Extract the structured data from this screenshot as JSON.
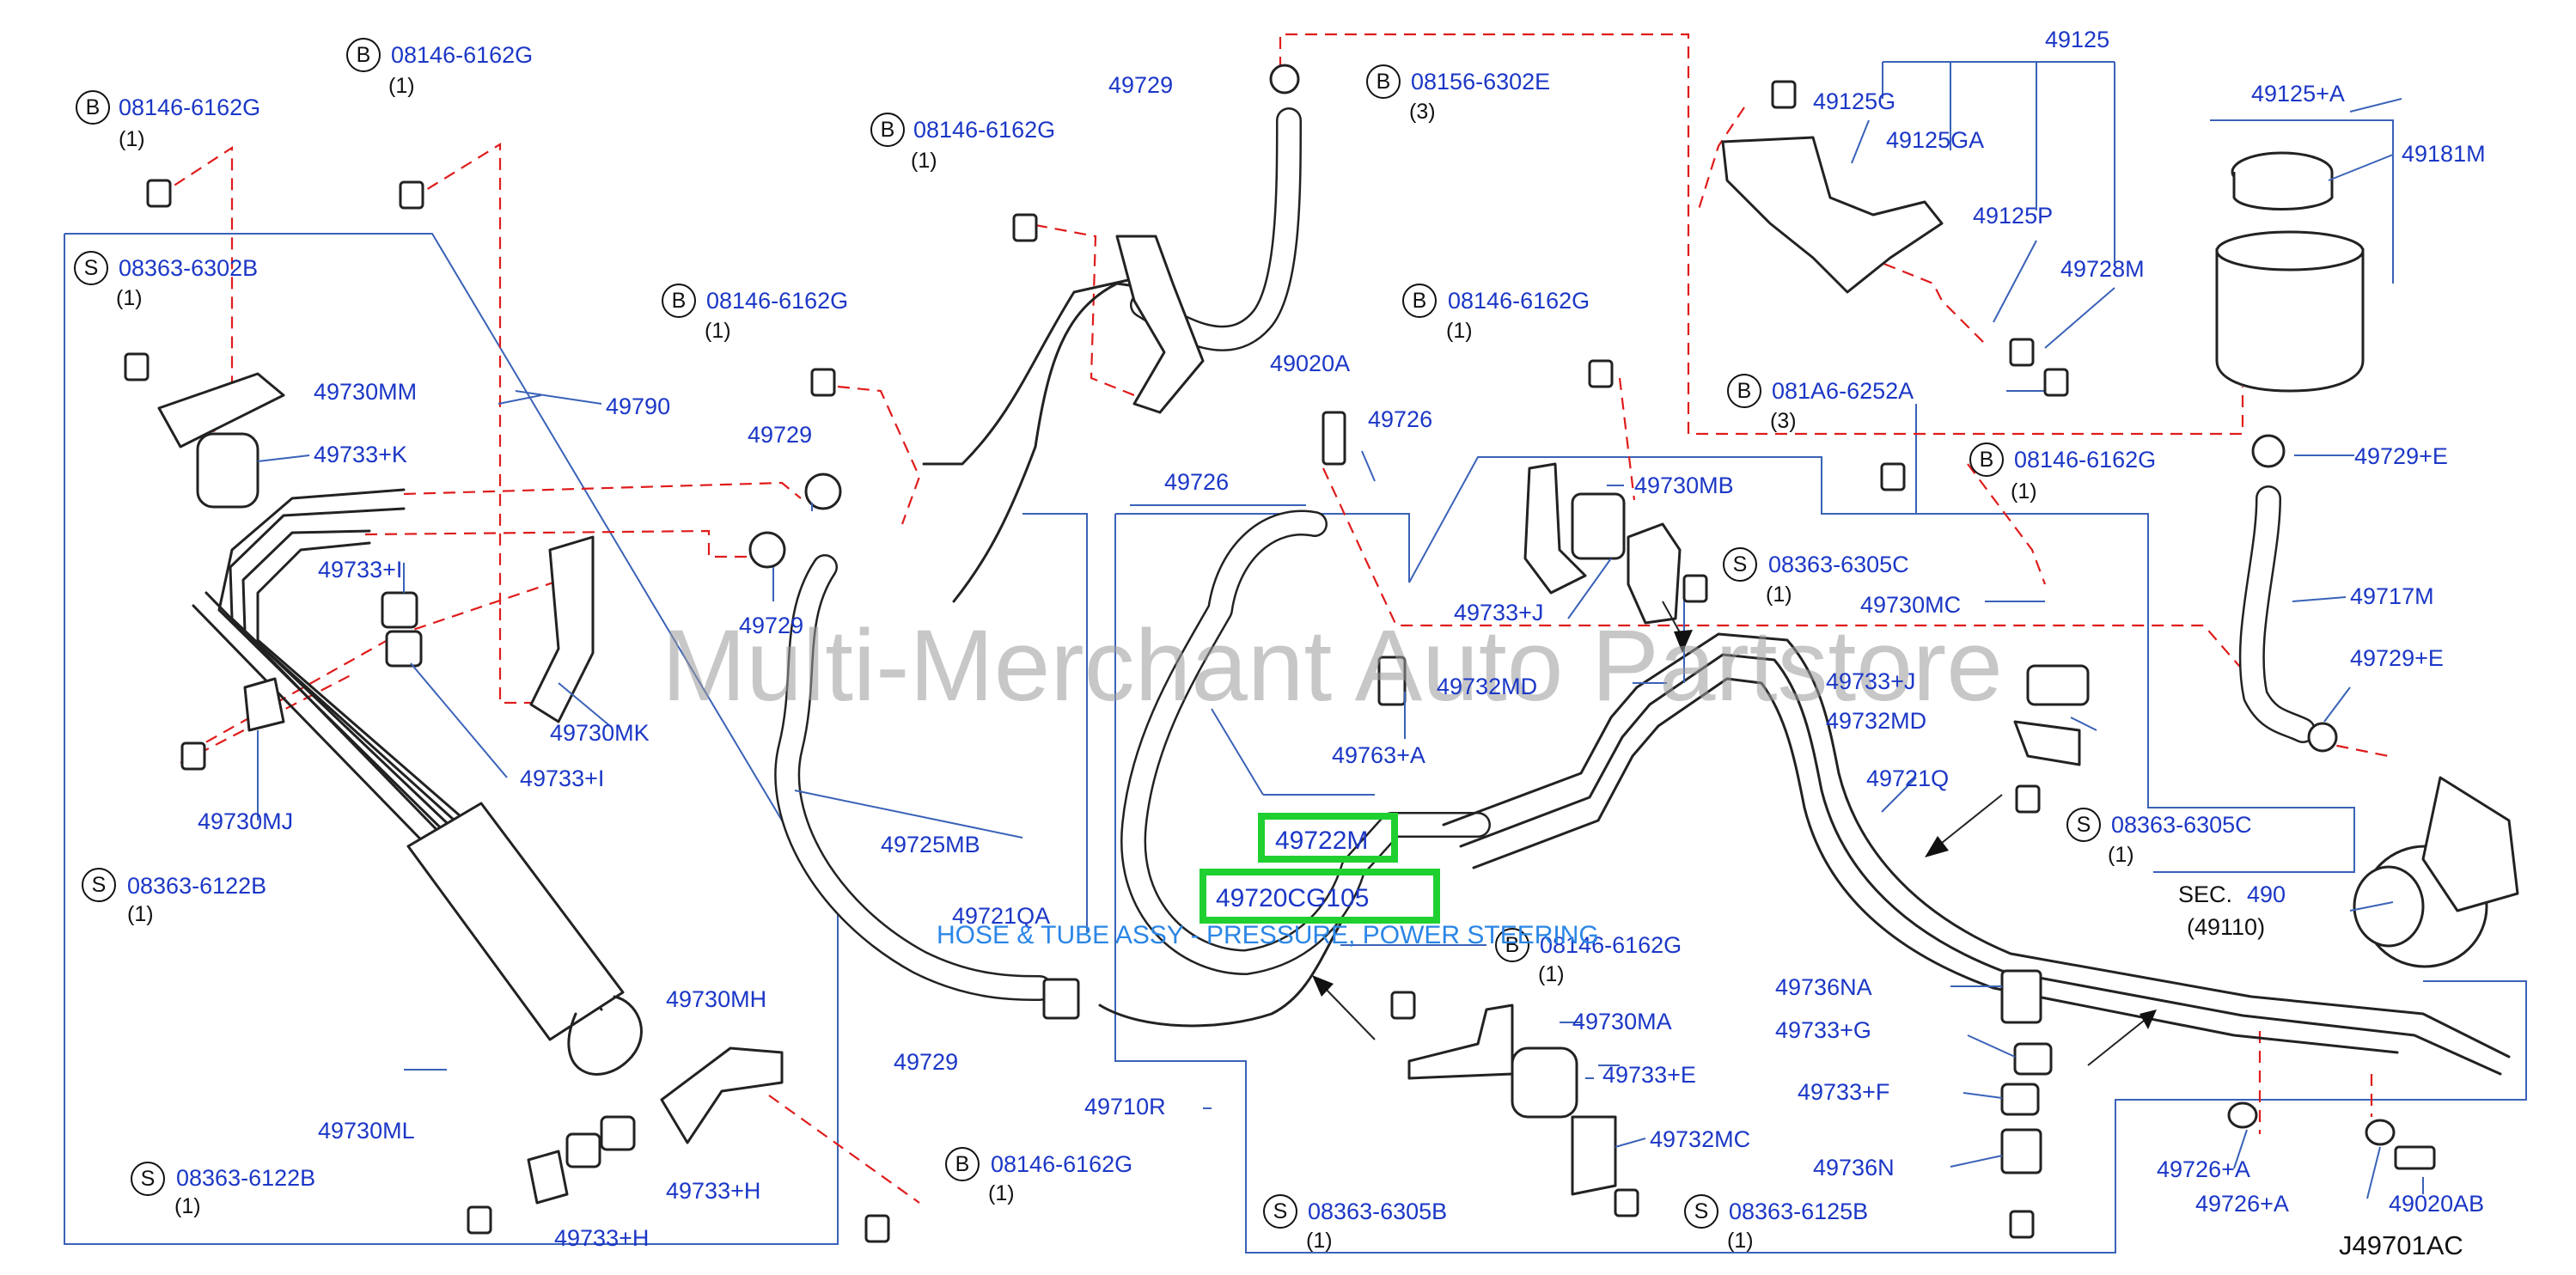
{
  "diagram": {
    "code": "J49701AC",
    "watermark": "Multi-Merchant Auto Partstore",
    "highlight": {
      "part_a": "49722M",
      "part_b": "49720CG105",
      "description": "HOSE & TUBE ASSY - PRESSURE, POWER STEERING"
    },
    "section_ref": {
      "prefix": "SEC.",
      "number": "490",
      "sub": "(49110)"
    },
    "colors": {
      "part_text": "#1b37c6",
      "frame": "#3a62b8",
      "dash": "#e01b1b",
      "highlight": "#1fd030",
      "description": "#2b86e6"
    },
    "part_labels": [
      "49790",
      "49730MM",
      "49733+K",
      "49733+I",
      "49733+I",
      "49730MK",
      "49730MJ",
      "49729",
      "49729",
      "49730MH",
      "49730ML",
      "49733+H",
      "49733+H",
      "49725MB",
      "49721QA",
      "49729",
      "49729",
      "49726",
      "49020A",
      "49726",
      "49730MB",
      "49733+J",
      "49732MD",
      "49763+A",
      "49710R",
      "49730MA",
      "49733+E",
      "49732MC",
      "49125",
      "49125G",
      "49125GA",
      "49125P",
      "49728M",
      "49125+A",
      "49181M",
      "49729+E",
      "49717M",
      "49729+E",
      "49730MC",
      "49733+J",
      "49732MD",
      "49721Q",
      "49736NA",
      "49733+G",
      "49733+F",
      "49736N",
      "49726+A",
      "49726+A",
      "49020AB"
    ],
    "callouts": [
      {
        "letter": "B",
        "part": "08146-6162G",
        "qty": "(1)"
      },
      {
        "letter": "B",
        "part": "08146-6162G",
        "qty": "(1)"
      },
      {
        "letter": "S",
        "part": "08363-6302B",
        "qty": "(1)"
      },
      {
        "letter": "S",
        "part": "08363-6122B",
        "qty": "(1)"
      },
      {
        "letter": "S",
        "part": "08363-6122B",
        "qty": "(1)"
      },
      {
        "letter": "B",
        "part": "08146-6162G",
        "qty": "(1)"
      },
      {
        "letter": "B",
        "part": "08146-6162G",
        "qty": "(1)"
      },
      {
        "letter": "B",
        "part": "08146-6162G",
        "qty": "(1)"
      },
      {
        "letter": "B",
        "part": "08156-6302E",
        "qty": "(3)"
      },
      {
        "letter": "B",
        "part": "08146-6162G",
        "qty": "(1)"
      },
      {
        "letter": "B",
        "part": "081A6-6252A",
        "qty": "(3)"
      },
      {
        "letter": "B",
        "part": "08146-6162G",
        "qty": "(1)"
      },
      {
        "letter": "S",
        "part": "08363-6305C",
        "qty": "(1)"
      },
      {
        "letter": "S",
        "part": "08363-6305C",
        "qty": "(1)"
      },
      {
        "letter": "B",
        "part": "08146-6162G",
        "qty": "(1)"
      },
      {
        "letter": "S",
        "part": "08363-6305B",
        "qty": "(1)"
      },
      {
        "letter": "S",
        "part": "08363-6125B",
        "qty": "(1)"
      }
    ]
  }
}
